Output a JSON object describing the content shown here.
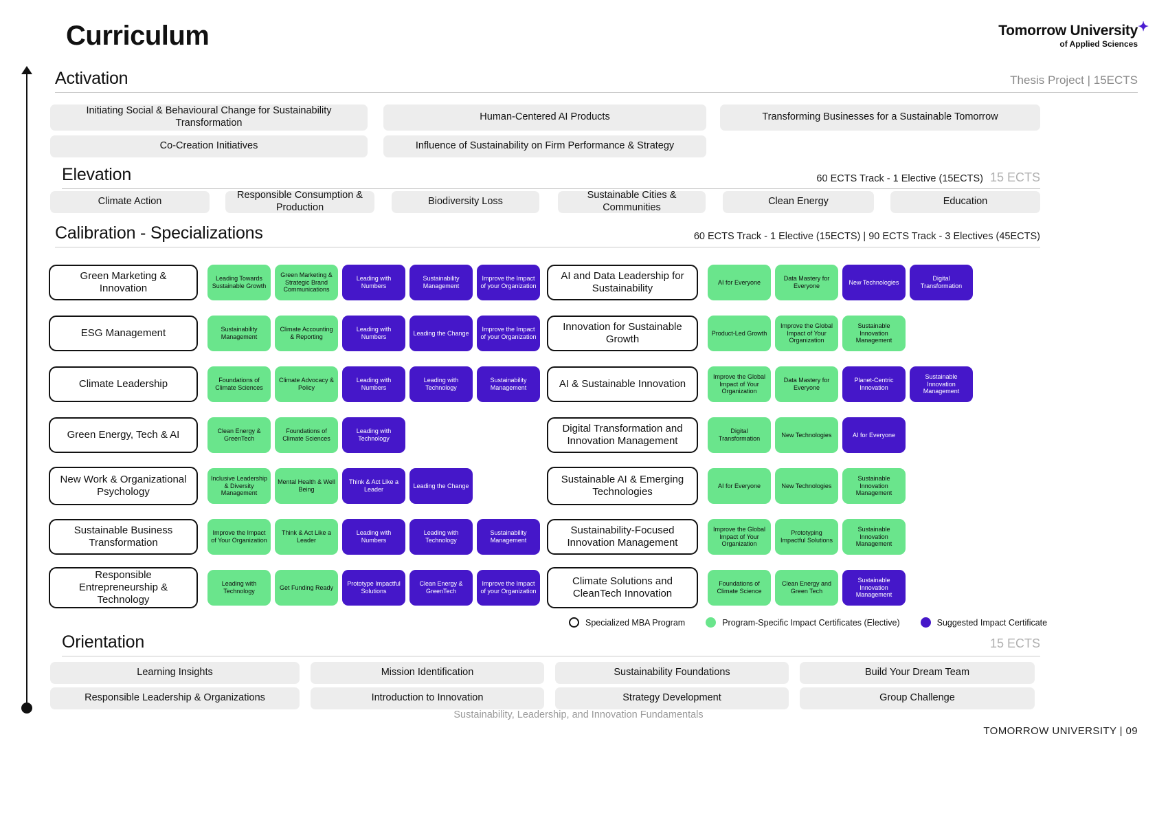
{
  "header": {
    "title": "Curriculum",
    "logo_main": "Tomorrow University",
    "logo_sub": "of Applied Sciences",
    "logo_spark": "✦"
  },
  "activation": {
    "title": "Activation",
    "right_label": "Thesis Project | 15ECTS",
    "row1": [
      "Initiating Social & Behavioural Change for Sustainability Transformation",
      "Human-Centered AI Products",
      "Transforming Businesses for a Sustainable Tomorrow"
    ],
    "row2": [
      "Co-Creation Initiatives",
      "Influence of Sustainability on Firm Performance & Strategy"
    ]
  },
  "elevation": {
    "title": "Elevation",
    "right_label": "60 ECTS Track - 1 Elective (15ECTS)",
    "right_ects": "15 ECTS",
    "items": [
      "Climate Action",
      "Responsible Consumption & Production",
      "Biodiversity Loss",
      "Sustainable Cities & Communities",
      "Clean Energy",
      "Education"
    ]
  },
  "calibration": {
    "title": "Calibration - Specializations",
    "right_label": "60 ECTS Track - 1 Elective (15ECTS) | 90 ECTS Track - 3 Electives (45ECTS)",
    "rows": [
      {
        "name": "Green Marketing & Innovation",
        "left_chips": [
          {
            "label": "Leading Towards Sustainable Growth",
            "color": "green"
          },
          {
            "label": "Green Marketing & Strategic Brand Communications",
            "color": "green"
          },
          {
            "label": "Leading with Numbers",
            "color": "purple"
          },
          {
            "label": "Sustainability Management",
            "color": "purple"
          },
          {
            "label": "Improve the Impact of your Organization",
            "color": "purple"
          }
        ],
        "mba": "AI and Data Leadership for Sustainability",
        "right_chips": [
          {
            "label": "AI for Everyone",
            "color": "green"
          },
          {
            "label": "Data Mastery for Everyone",
            "color": "green"
          },
          {
            "label": "New Technologies",
            "color": "purple"
          },
          {
            "label": "Digital Transformation",
            "color": "purple"
          }
        ]
      },
      {
        "name": "ESG Management",
        "left_chips": [
          {
            "label": "Sustainability Management",
            "color": "green"
          },
          {
            "label": "Climate Accounting & Reporting",
            "color": "green"
          },
          {
            "label": "Leading with Numbers",
            "color": "purple"
          },
          {
            "label": "Leading the Change",
            "color": "purple"
          },
          {
            "label": "Improve the Impact of your Organization",
            "color": "purple"
          }
        ],
        "mba": "Innovation for Sustainable Growth",
        "right_chips": [
          {
            "label": "Product-Led Growth",
            "color": "green"
          },
          {
            "label": "Improve the Global Impact of Your Organization",
            "color": "green"
          },
          {
            "label": "Sustainable Innovation Management",
            "color": "green"
          }
        ]
      },
      {
        "name": "Climate Leadership",
        "left_chips": [
          {
            "label": "Foundations of Climate Sciences",
            "color": "green"
          },
          {
            "label": "Climate Advocacy & Policy",
            "color": "green"
          },
          {
            "label": "Leading with Numbers",
            "color": "purple"
          },
          {
            "label": "Leading with Technology",
            "color": "purple"
          },
          {
            "label": "Sustainability Management",
            "color": "purple"
          }
        ],
        "mba": "AI & Sustainable Innovation",
        "right_chips": [
          {
            "label": "Improve the Global Impact of Your Organization",
            "color": "green"
          },
          {
            "label": "Data Mastery for Everyone",
            "color": "green"
          },
          {
            "label": "Planet-Centric Innovation",
            "color": "purple"
          },
          {
            "label": "Sustainable Innovation Management",
            "color": "purple"
          }
        ]
      },
      {
        "name": "Green Energy, Tech & AI",
        "left_chips": [
          {
            "label": "Clean Energy & GreenTech",
            "color": "green"
          },
          {
            "label": "Foundations of Climate Sciences",
            "color": "green"
          },
          {
            "label": "Leading with Technology",
            "color": "purple"
          }
        ],
        "mba": "Digital Transformation and Innovation Management",
        "right_chips": [
          {
            "label": "Digital Transformation",
            "color": "green"
          },
          {
            "label": "New Technologies",
            "color": "green"
          },
          {
            "label": "AI for Everyone",
            "color": "purple"
          }
        ]
      },
      {
        "name": "New Work & Organizational Psychology",
        "left_chips": [
          {
            "label": "Inclusive Leadership & Diversity Management",
            "color": "green"
          },
          {
            "label": "Mental Health & Well Being",
            "color": "green"
          },
          {
            "label": "Think & Act Like a Leader",
            "color": "purple"
          },
          {
            "label": "Leading the Change",
            "color": "purple"
          }
        ],
        "mba": "Sustainable AI & Emerging Technologies",
        "right_chips": [
          {
            "label": "AI for Everyone",
            "color": "green"
          },
          {
            "label": "New Technologies",
            "color": "green"
          },
          {
            "label": "Sustainable Innovation Management",
            "color": "green"
          }
        ]
      },
      {
        "name": "Sustainable Business Transformation",
        "left_chips": [
          {
            "label": "Improve the Impact of Your Organization",
            "color": "green"
          },
          {
            "label": "Think & Act Like a Leader",
            "color": "green"
          },
          {
            "label": "Leading with Numbers",
            "color": "purple"
          },
          {
            "label": "Leading with Technology",
            "color": "purple"
          },
          {
            "label": "Sustainability Management",
            "color": "purple"
          }
        ],
        "mba": "Sustainability-Focused Innovation Management",
        "right_chips": [
          {
            "label": "Improve the Global Impact of Your Organization",
            "color": "green"
          },
          {
            "label": "Prototyping Impactful Solutions",
            "color": "green"
          },
          {
            "label": "Sustainable Innovation Management",
            "color": "green"
          }
        ]
      },
      {
        "name": "Responsible Entrepreneurship & Technology",
        "left_chips": [
          {
            "label": "Leading with Technology",
            "color": "green"
          },
          {
            "label": "Get Funding Ready",
            "color": "green"
          },
          {
            "label": "Prototype Impactful Solutions",
            "color": "purple"
          },
          {
            "label": "Clean Energy & GreenTech",
            "color": "purple"
          },
          {
            "label": "Improve the Impact of your Organization",
            "color": "purple"
          }
        ],
        "mba": "Climate Solutions and CleanTech Innovation",
        "right_chips": [
          {
            "label": "Foundations of Climate Science",
            "color": "green"
          },
          {
            "label": "Clean Energy and Green Tech",
            "color": "green"
          },
          {
            "label": "Sustainable Innovation Management",
            "color": "purple"
          }
        ]
      }
    ]
  },
  "legend": [
    {
      "label": "Specialized MBA Program",
      "style": "ring"
    },
    {
      "label": "Program-Specific Impact Certificates (Elective)",
      "style": "green"
    },
    {
      "label": "Suggested Impact Certificate",
      "style": "purple"
    }
  ],
  "orientation": {
    "title": "Orientation",
    "right_ects": "15 ECTS",
    "row1": [
      "Learning Insights",
      "Mission Identification",
      "Sustainability Foundations",
      "Build Your Dream Team"
    ],
    "row2": [
      "Responsible Leadership & Organizations",
      "Introduction to Innovation",
      "Strategy Development",
      "Group Challenge"
    ]
  },
  "footer": {
    "note": "Sustainability, Leadership, and Innovation Fundamentals",
    "brand": "TOMORROW UNIVERSITY  |  09"
  },
  "colors": {
    "green": "#6ae58c",
    "purple": "#4517c9",
    "pill_bg": "#ededed",
    "accent": "#4b1ed1"
  }
}
